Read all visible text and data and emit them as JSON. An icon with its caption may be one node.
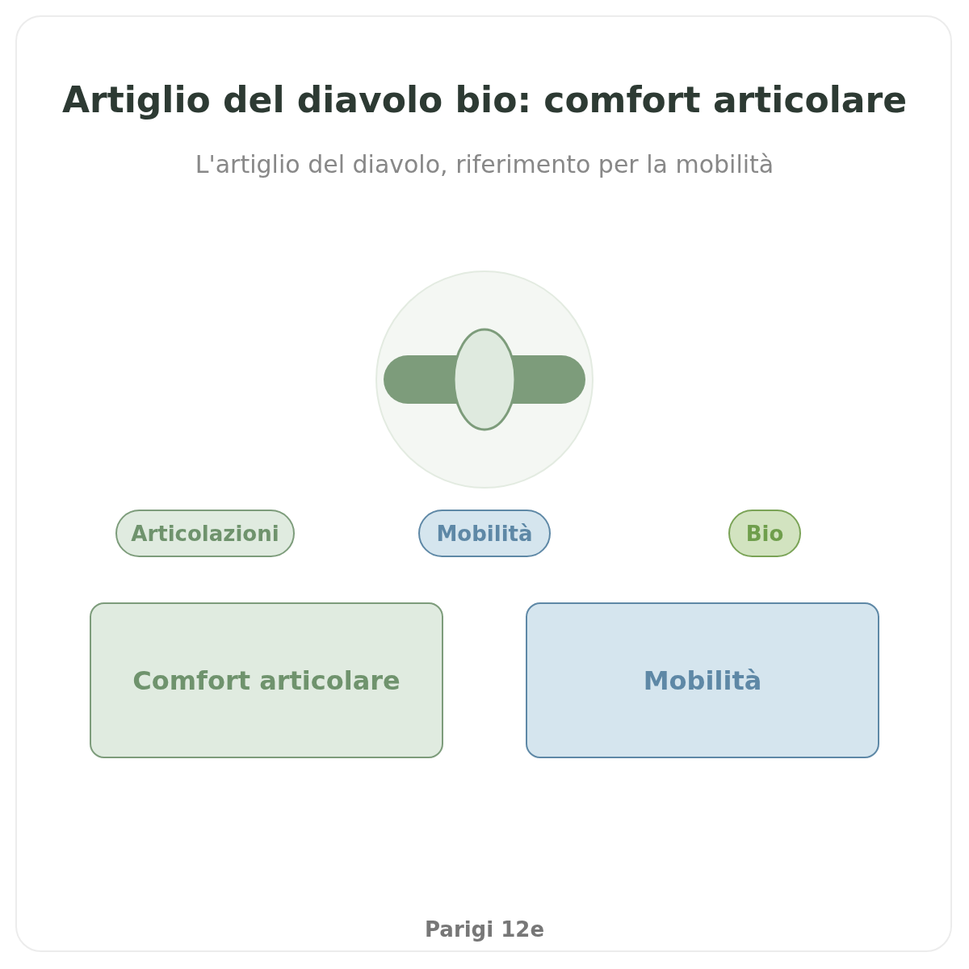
{
  "diagram": {
    "title": "Artiglio del diavolo bio: comfort articolare",
    "nodes": [
      {
        "text": [
          "Articolazioni"
        ]
      },
      {
        "text": [
          "Mobilità"
        ]
      },
      {
        "text": [
          "Bio"
        ]
      },
      {
        "text": [
          "Comfort articolare"
        ]
      },
      {
        "text": [
          "Mobilità"
        ]
      }
    ],
    "labels": [
      "L'artiglio del diavolo, riferimento per la mobilità",
      "Parigi 12e"
    ]
  }
}
